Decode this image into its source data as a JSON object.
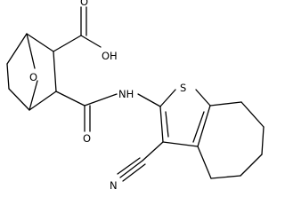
{
  "atom_labels": {
    "ring_oxygen": "O",
    "hydroxyl": "OH",
    "carboxyl_oxygen": "O",
    "amide_nh": "NH",
    "amide_oxygen": "O",
    "sulfur": "S",
    "nitrile_nitrogen": "N"
  },
  "colors": {
    "bond": "#000000",
    "text": "#000000",
    "background": "#ffffff"
  }
}
